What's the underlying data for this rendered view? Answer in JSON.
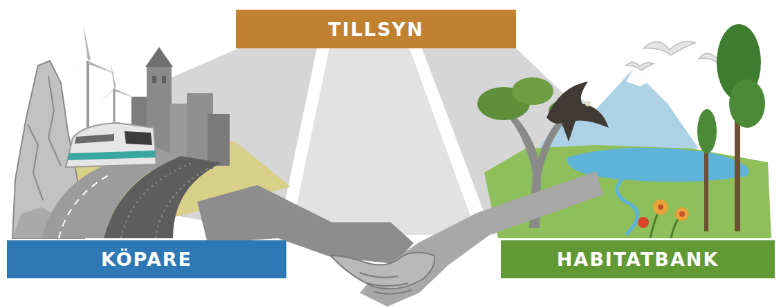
{
  "diagram": {
    "nodes": [
      {
        "text": [
          "TILLSYN"
        ]
      },
      {
        "text": [
          "KÖPARE"
        ]
      },
      {
        "text": [
          "HABITATBANK"
        ]
      }
    ]
  }
}
